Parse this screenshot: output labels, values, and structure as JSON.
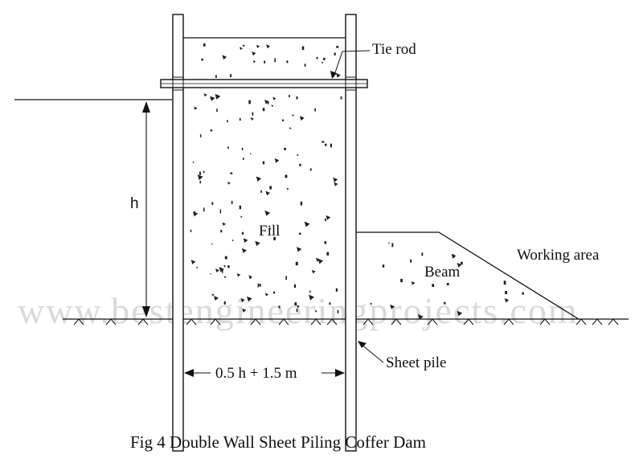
{
  "diagram": {
    "labels": {
      "tie_rod": "Tie rod",
      "fill": "Fill",
      "h": "h",
      "working_area": "Working area",
      "beam": "Beam",
      "sheet_pile": "Sheet pile",
      "width": "0.5 h + 1.5 m"
    },
    "caption": "Fig 4 Double Wall Sheet Piling Coffer Dam",
    "watermark": "www.bestengineeringprojects.com",
    "colors": {
      "ink": "#111111",
      "watermark": "#d9d9d9",
      "background": "#ffffff"
    }
  }
}
